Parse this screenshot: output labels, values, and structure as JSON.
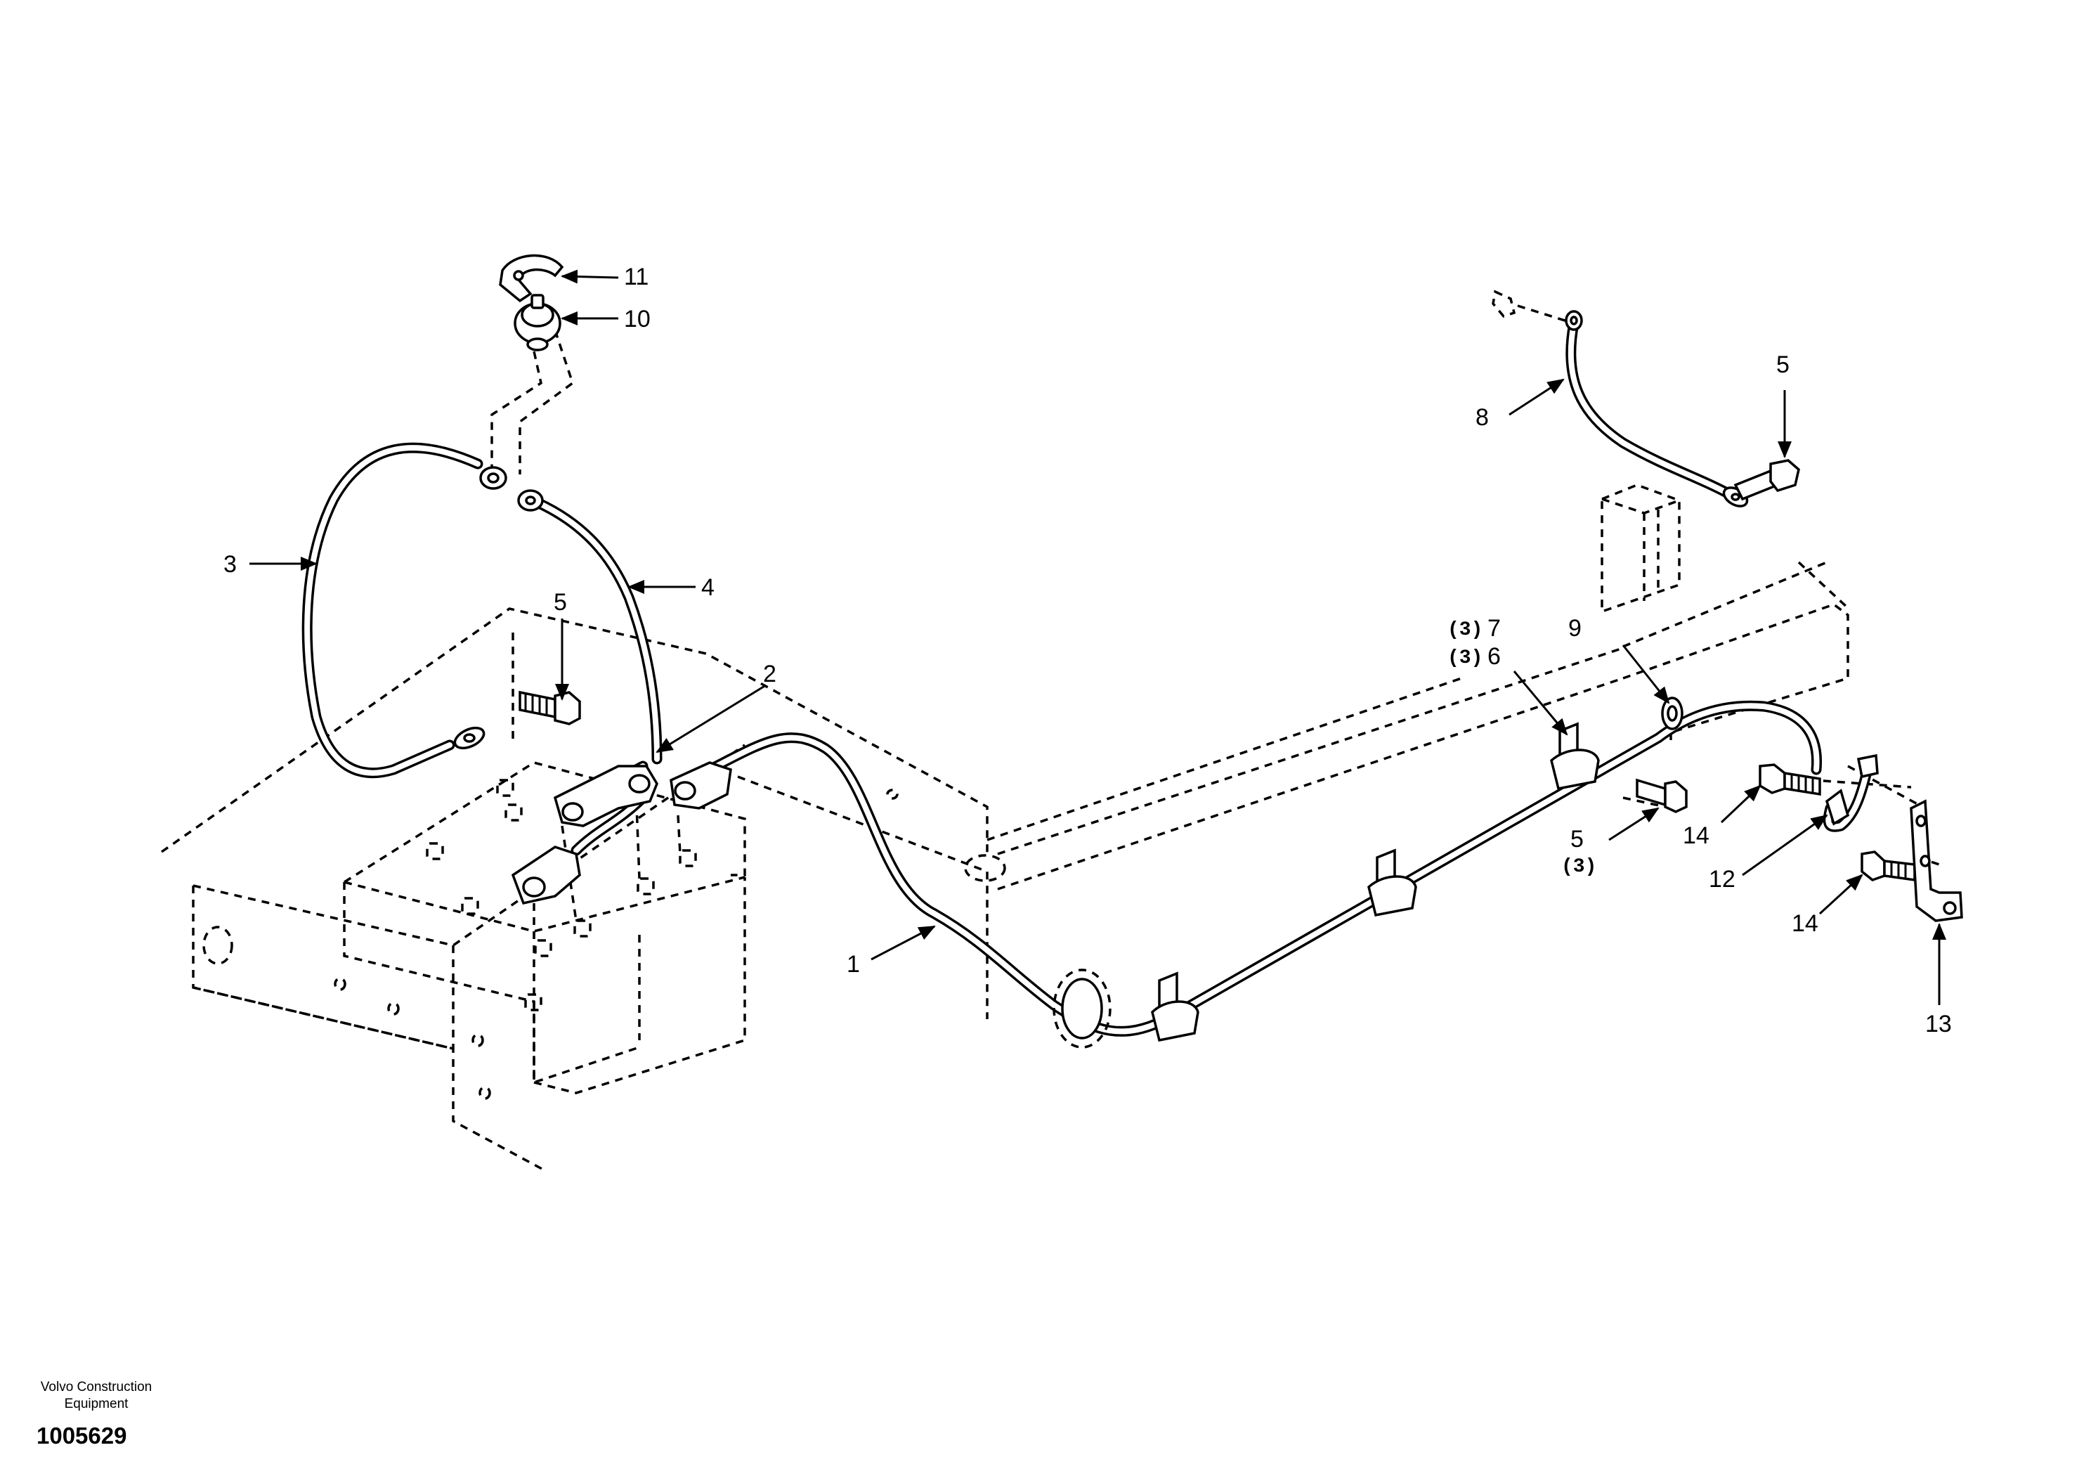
{
  "callouts": {
    "c1": "1",
    "c2": "2",
    "c3": "3",
    "c4": "4",
    "c5a": "5",
    "c5b": "5",
    "c5c": "5",
    "c5c_qty": "(3)",
    "c6": "6",
    "c6_qty": "(3)",
    "c7": "7",
    "c7_qty": "(3)",
    "c8": "8",
    "c9": "9",
    "c10": "10",
    "c11": "11",
    "c12": "12",
    "c13": "13",
    "c14a": "14",
    "c14b": "14"
  },
  "footer": {
    "brand": "Volvo Construction Equipment",
    "document_number": "1005629"
  }
}
